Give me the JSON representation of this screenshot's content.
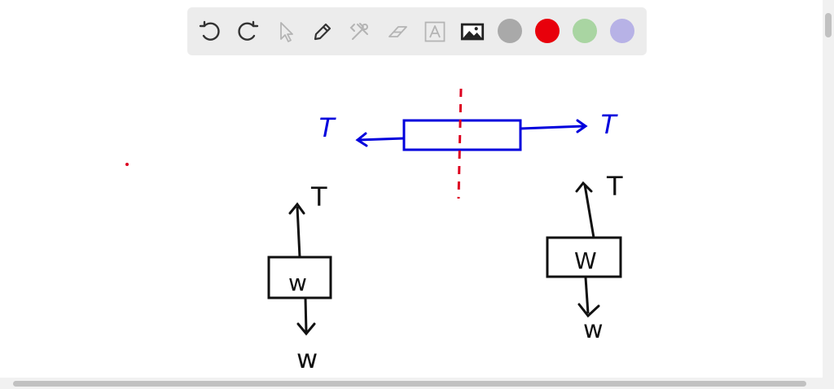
{
  "toolbar": {
    "tools": [
      {
        "name": "undo-icon"
      },
      {
        "name": "redo-icon"
      },
      {
        "name": "pointer-icon"
      },
      {
        "name": "pencil-icon"
      },
      {
        "name": "tools-icon"
      },
      {
        "name": "eraser-icon"
      },
      {
        "name": "text-icon"
      },
      {
        "name": "image-icon"
      }
    ],
    "colors": [
      "#a9a9a9",
      "#e8000b",
      "#a9d5a2",
      "#b7b2e6"
    ]
  },
  "drawing": {
    "labels": {
      "top_left_T": "T",
      "top_right_T": "T",
      "left_T": "T",
      "left_box": "w",
      "left_w": "w",
      "right_T": "T",
      "right_box": "W",
      "right_w": "w"
    },
    "colors": {
      "ink_blue": "#0000dd",
      "ink_red": "#dd0020",
      "ink_black": "#111111"
    }
  }
}
